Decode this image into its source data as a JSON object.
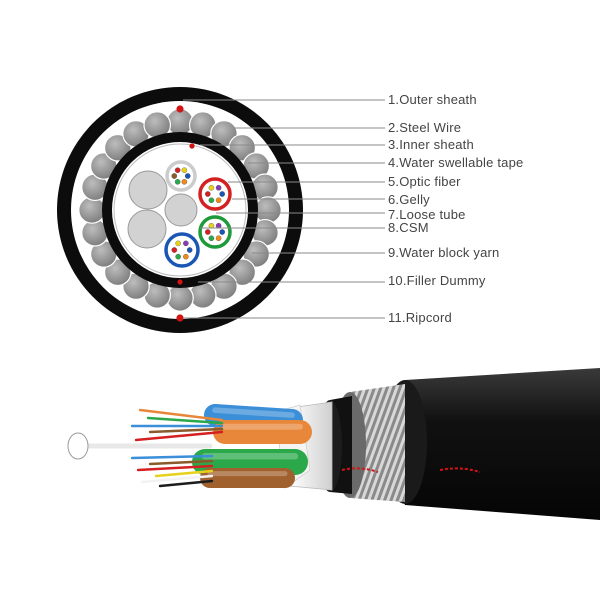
{
  "diagram": {
    "labels": [
      "1.Outer sheath",
      "2.Steel Wire",
      "3.Inner sheath",
      "4.Water swellable tape",
      "5.Optic fiber",
      "6.Gelly",
      "7.Loose tube",
      "8.CSM",
      "9.Water block yarn",
      "10.Filler Dummy",
      "11.Ripcord"
    ],
    "colors": {
      "sheath": "#0c0c0c",
      "steel_wire": "#9a9a9a",
      "leader_line": "#8a8a8a",
      "ripcord": "#d21414",
      "loose_tube_red": "#d42020",
      "loose_tube_green": "#1e9a3a",
      "loose_tube_blue": "#1a56b4",
      "filler": "#d2d2d2"
    },
    "fiber_colors": [
      "#1a56b4",
      "#f08a1a",
      "#2aa84a",
      "#8a5a2a",
      "#9a9a9a",
      "#f2f2f2",
      "#d42020",
      "#1c1c1c",
      "#e6d21a",
      "#8a3ab4",
      "#f08ab4",
      "#2ac8d2"
    ]
  }
}
